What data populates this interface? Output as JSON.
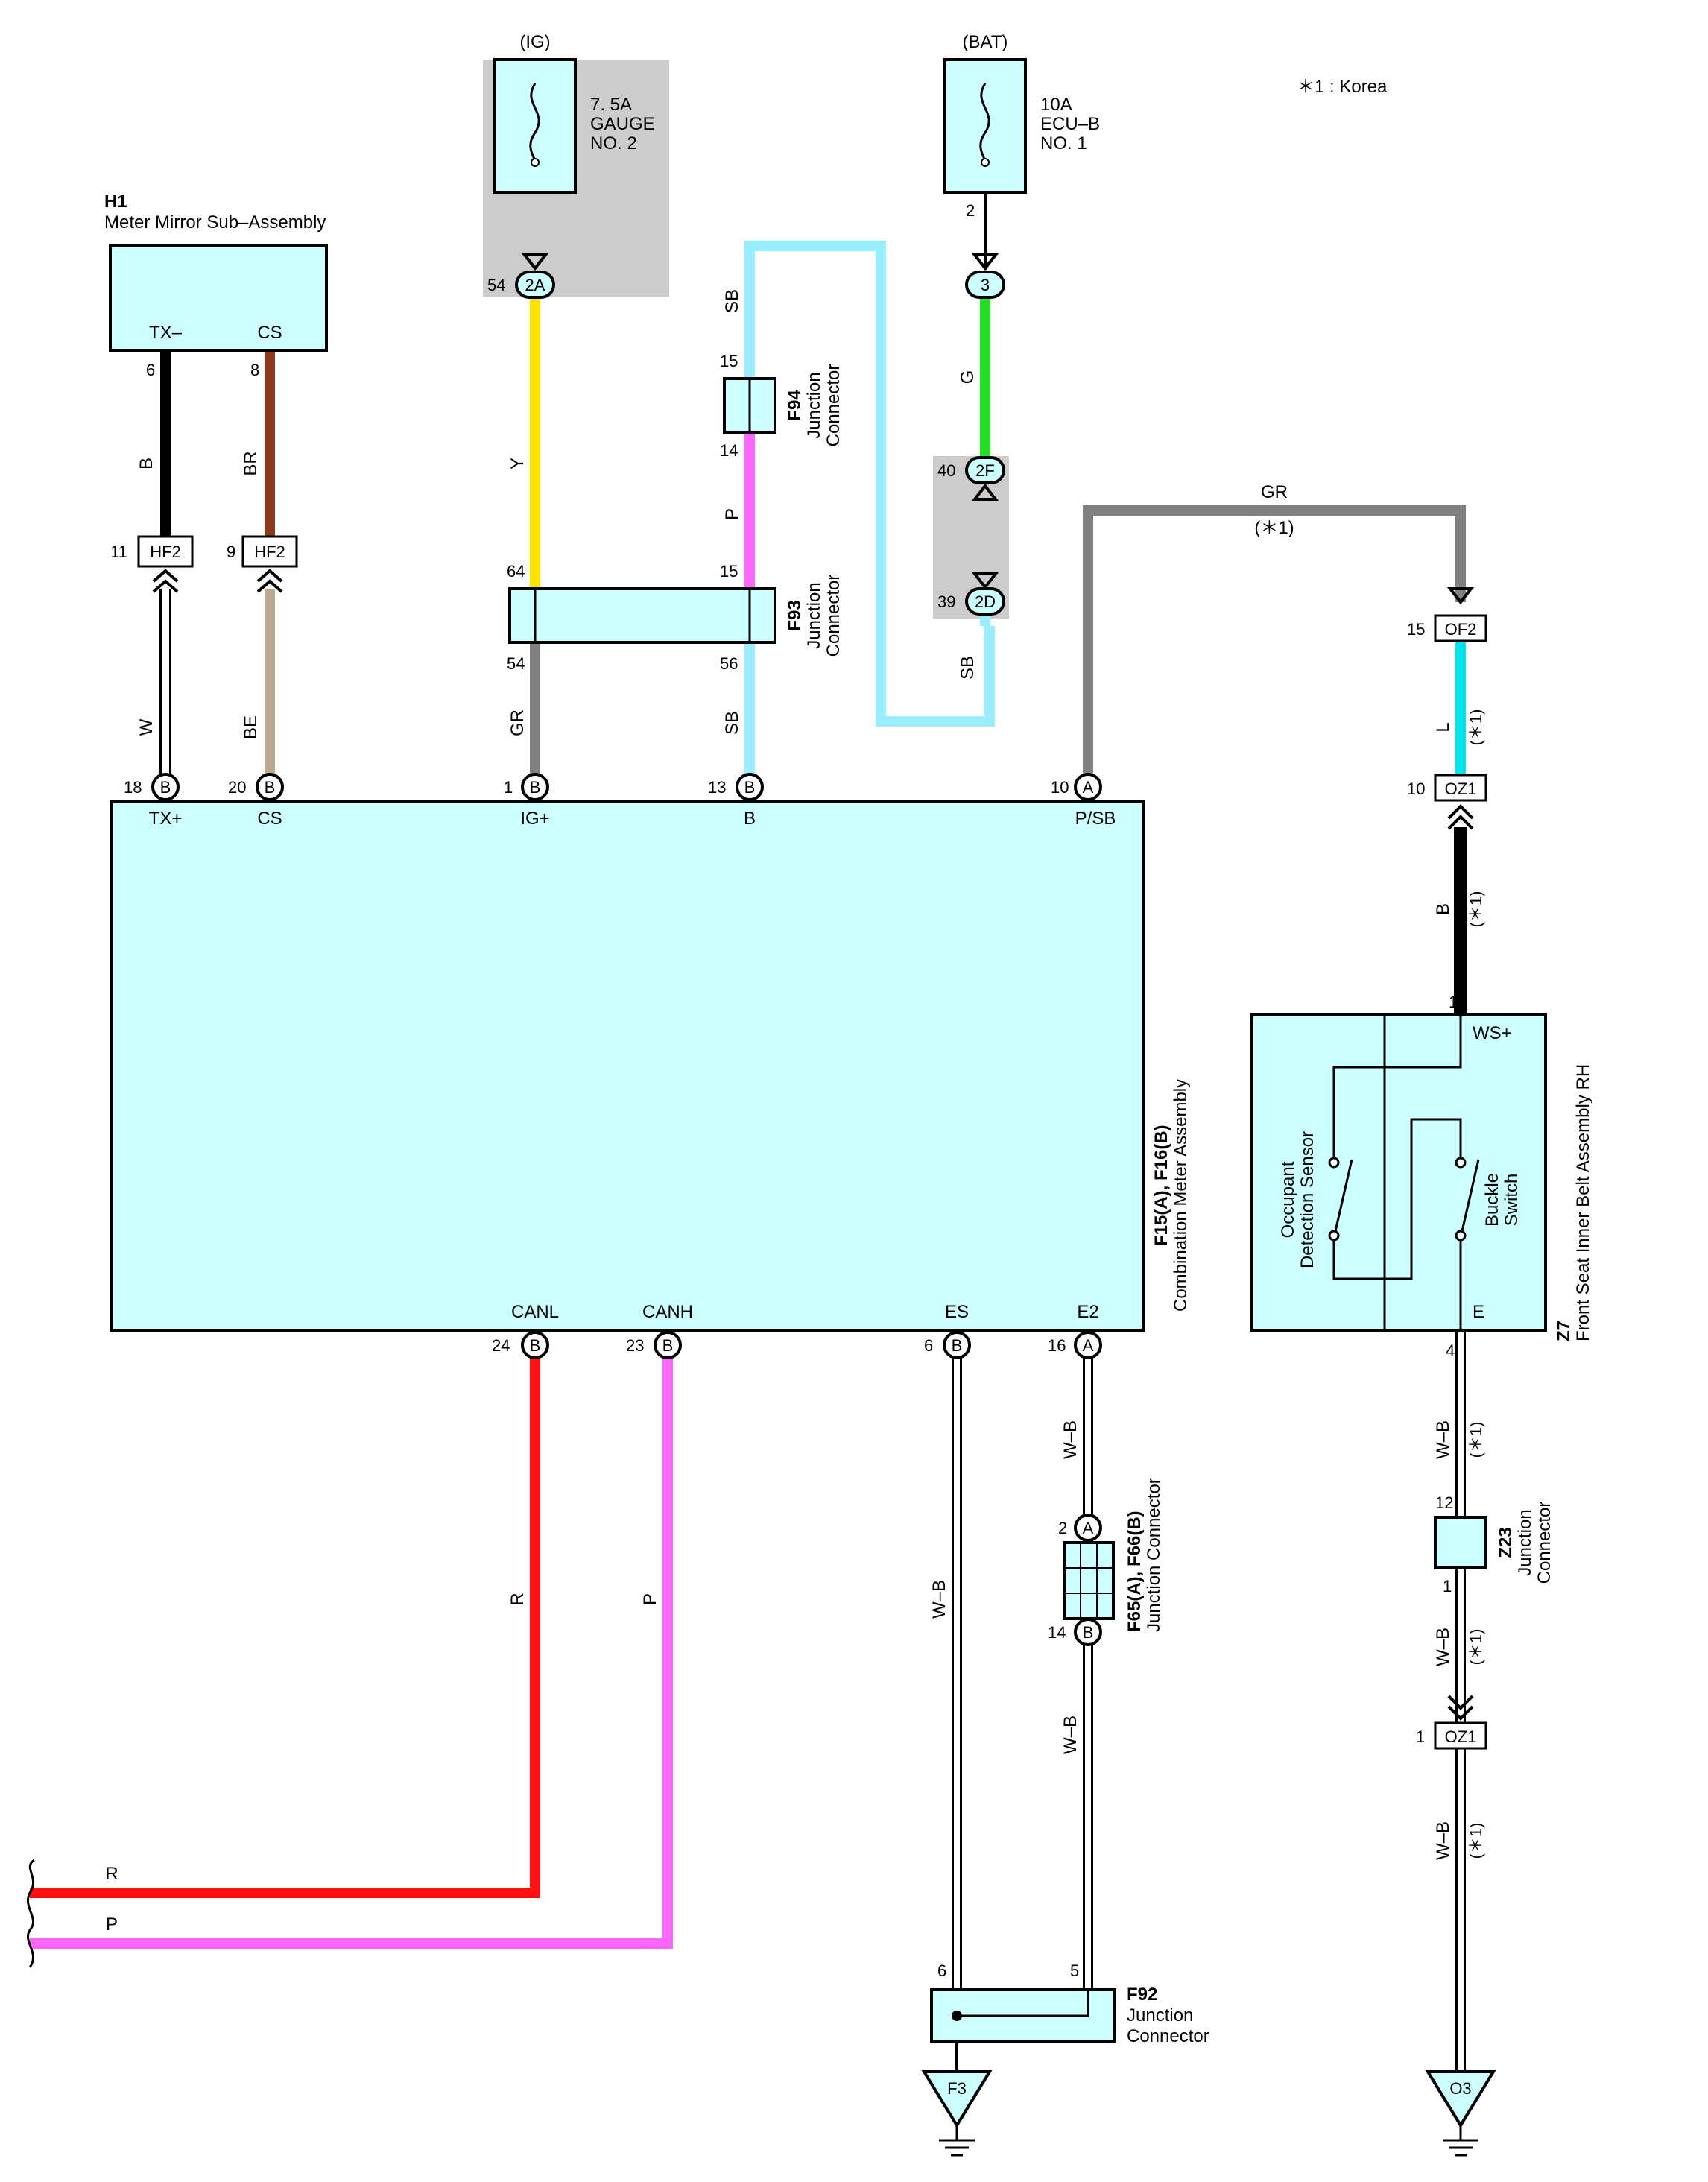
{
  "legend": {
    "note": "＊1 : Korea"
  },
  "fuses": {
    "ig": {
      "source": "(IG)",
      "line1": "7. 5A",
      "line2": "GAUGE",
      "line3": "NO. 2"
    },
    "bat": {
      "source": "(BAT)",
      "line1": "10A",
      "line2": "ECU–B",
      "line3": "NO. 1",
      "pin": "2"
    }
  },
  "components": {
    "h1": {
      "code": "H1",
      "name": "Meter Mirror Sub–Assembly",
      "term_txm": "TX–",
      "term_cs": "CS"
    },
    "meter": {
      "code": "F15(A), F16(B)",
      "name": "Combination Meter Assembly",
      "term_txp": "TX+",
      "term_cs": "CS",
      "term_ig": "IG+",
      "term_b": "B",
      "term_psb": "P/SB",
      "term_canl": "CANL",
      "term_canh": "CANH",
      "term_es": "ES",
      "term_e2": "E2"
    },
    "f94": {
      "code": "F94",
      "name1": "Junction",
      "name2": "Connector",
      "pin_top": "15",
      "pin_bot": "14"
    },
    "f93": {
      "code": "F93",
      "name1": "Junction",
      "name2": "Connector",
      "pin_tl": "64",
      "pin_tr": "15",
      "pin_bl": "54",
      "pin_br": "56"
    },
    "f65": {
      "code": "F65(A), F66(B)",
      "name": "Junction Connector",
      "pin_top": "2",
      "pin_bot": "14",
      "conn_top": "A",
      "conn_bot": "B"
    },
    "f92": {
      "code": "F92",
      "name1": "Junction",
      "name2": "Connector",
      "pin_l": "6",
      "pin_r": "5"
    },
    "z23": {
      "code": "Z23",
      "name1": "Junction",
      "name2": "Connector",
      "pin_top": "12",
      "pin_bot": "1"
    },
    "z7": {
      "code": "Z7",
      "name": "Front Seat Inner Belt Assembly RH",
      "term_ws": "WS+",
      "term_e": "E",
      "sensor1": "Occupant",
      "sensor2": "Detection Sensor",
      "switch1": "Buckle",
      "switch2": "Switch",
      "pin_top": "1",
      "pin_bot": "4"
    }
  },
  "connectors": {
    "c2a": {
      "label": "2A",
      "pin": "54"
    },
    "c3": {
      "label": "3"
    },
    "c2f": {
      "label": "2F",
      "pin": "40"
    },
    "c2d": {
      "label": "2D",
      "pin": "39"
    },
    "hf2a": {
      "label": "HF2",
      "pin": "11"
    },
    "hf2b": {
      "label": "HF2",
      "pin": "9"
    },
    "of2": {
      "label": "OF2",
      "pin": "15"
    },
    "oz1a": {
      "label": "OZ1",
      "pin": "10"
    },
    "oz1b": {
      "label": "OZ1",
      "pin": "1"
    },
    "h1_pin_txm": "6",
    "h1_pin_cs": "8"
  },
  "meter_pins": {
    "txp": {
      "pin": "18",
      "conn": "B"
    },
    "cs": {
      "pin": "20",
      "conn": "B"
    },
    "ig": {
      "pin": "1",
      "conn": "B"
    },
    "b": {
      "pin": "13",
      "conn": "B"
    },
    "psb": {
      "pin": "10",
      "conn": "A"
    },
    "canl": {
      "pin": "24",
      "conn": "B"
    },
    "canh": {
      "pin": "23",
      "conn": "B"
    },
    "es": {
      "pin": "6",
      "conn": "B"
    },
    "e2": {
      "pin": "16",
      "conn": "A"
    }
  },
  "wires": {
    "w_b_h1": "B",
    "w_br": "BR",
    "w_w": "W",
    "w_be": "BE",
    "w_y": "Y",
    "w_gr_ig": "GR",
    "w_sb_top": "SB",
    "w_p_f94": "P",
    "w_sb_b": "SB",
    "w_g": "G",
    "w_sb_bat": "SB",
    "w_gr": "GR",
    "w_gr_note": "(＊1)",
    "w_l": "L",
    "w_l_note": "(＊1)",
    "w_b_oz": "B",
    "w_b_oz_note": "(＊1)",
    "w_r": "R",
    "w_p": "P",
    "w_r_bot": "R",
    "w_p_bot": "P",
    "w_wb_es": "W–B",
    "w_wb_e2a": "W–B",
    "w_wb_e2b": "W–B",
    "w_wb_z1": "W–B",
    "w_wb_z1n": "(＊1)",
    "w_wb_z2": "W–B",
    "w_wb_z2n": "(＊1)",
    "w_wb_z3": "W–B",
    "w_wb_z3n": "(＊1)"
  },
  "grounds": {
    "g1": "F3",
    "g2": "O3"
  },
  "colors": {
    "box_fill": "#ccffff",
    "wire_y": "#ffe300",
    "wire_g": "#22dd22",
    "wire_sb": "#99eeff",
    "wire_p": "#ff66ff",
    "wire_r": "#ff1111",
    "wire_br": "#8b3a1a",
    "wire_be": "#bba890",
    "wire_gr": "#808080",
    "wire_l": "#00e5ee",
    "wire_b": "#000000",
    "fuse_shade": "#cccccc"
  }
}
